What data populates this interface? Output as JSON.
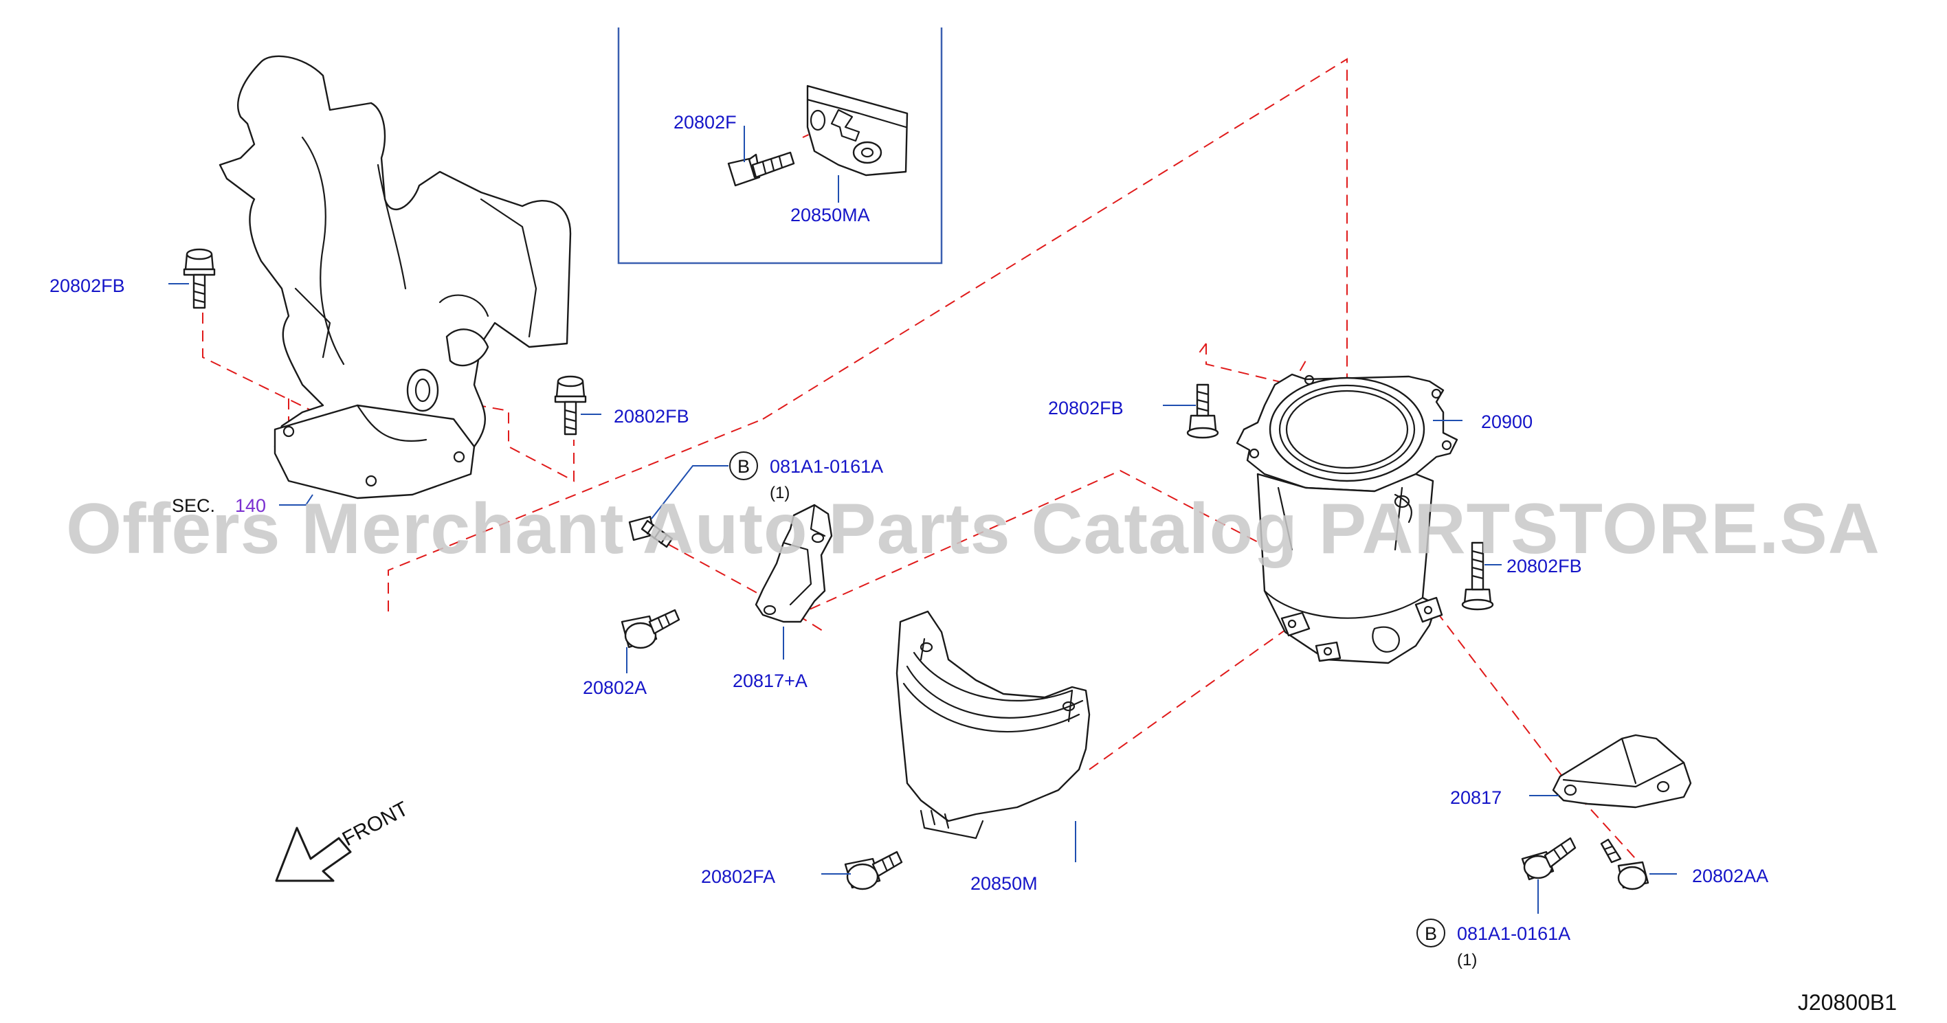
{
  "watermark": "Offers Merchant Auto Parts Catalog PARTSTORE.SA",
  "diagram_code": "J20800B1",
  "front_label": "FRONT",
  "section_ref": {
    "prefix": "SEC.",
    "number": "140"
  },
  "callouts": {
    "bolt_f": "20802F",
    "insulator_ma": "20850MA",
    "bolt_fb_1": "20802FB",
    "bolt_fb_2": "20802FB",
    "bolt_fb_3": "20802FB",
    "bolt_fb_4": "20802FB",
    "catalyst": "20900",
    "bolt_a": "20802A",
    "bracket_a": "20817+A",
    "insulator_m": "20850M",
    "bolt_fa": "20802FA",
    "bracket": "20817",
    "bolt_aa": "20802AA"
  },
  "bolt_refs": [
    {
      "badge": "B",
      "part": "081A1-0161A",
      "qty": "(1)"
    },
    {
      "badge": "B",
      "part": "081A1-0161A",
      "qty": "(1)"
    }
  ],
  "colors": {
    "label": "#1515c8",
    "leader": "#1f4fb0",
    "dashed": "#e01a1a",
    "line": "#1a1a1a",
    "watermark": "#c8c8c8"
  }
}
